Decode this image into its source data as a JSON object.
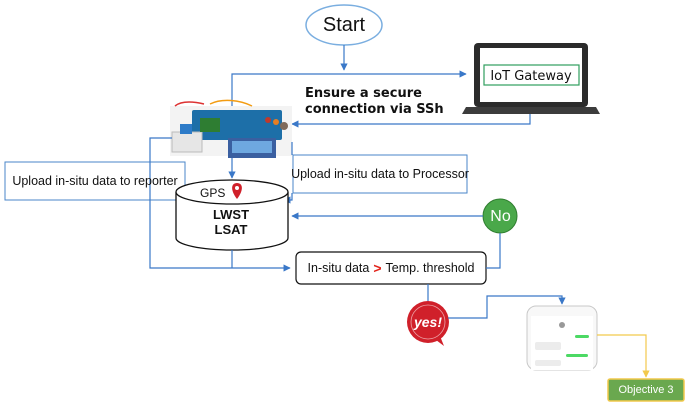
{
  "nodes": {
    "start": "Start",
    "gateway": "IoT Gateway",
    "ssh_note": "Ensure a secure connection via SSh",
    "upload_reporter": "Upload in-situ data to reporter",
    "upload_processor": "Upload in-situ data to Processor",
    "database": {
      "gps": "GPS",
      "lwst": "LWST",
      "lsat": "LSAT"
    },
    "decision_no": "No",
    "condition": {
      "left": "In-situ data",
      "operator": ">",
      "right": "Temp. threshold"
    },
    "decision_yes": "yes!",
    "objective": "Objective 3"
  },
  "colors": {
    "arrow": "#3a78c8",
    "objective_arrow": "#f2c94c",
    "start_border": "#7aaee0",
    "gateway_screen": "#2f9e5d",
    "no_circle": "#4aa84a",
    "yes_badge": "#d0202a",
    "objective_fill": "#6aa84f",
    "objective_border": "#f2c94c",
    "operator": "#e2231a"
  },
  "icons": {
    "gateway": "laptop-icon",
    "sensor_board": "sensor-board-icon",
    "gps_pin": "location-pin-icon",
    "phone": "smartphone-icon"
  }
}
